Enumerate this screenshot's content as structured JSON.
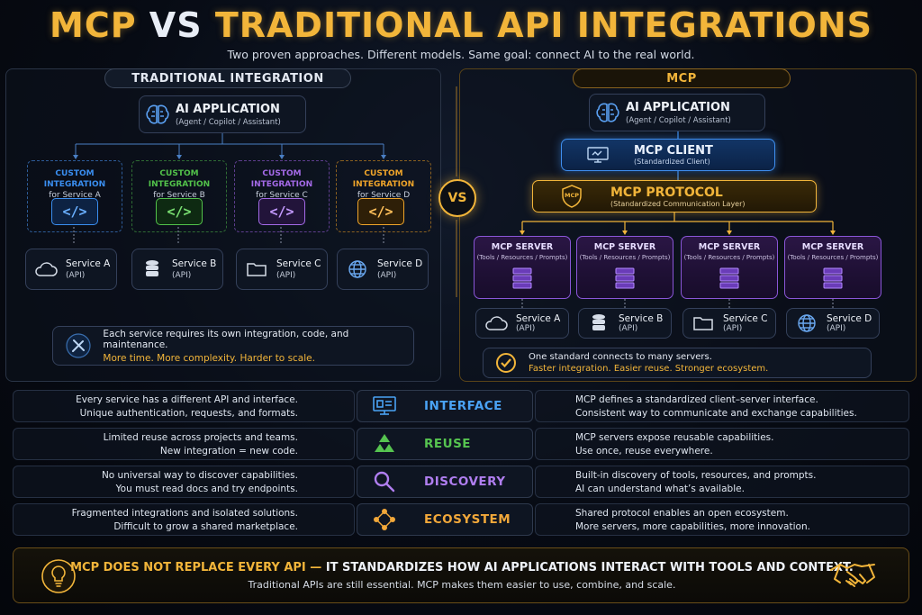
{
  "header": {
    "title_part1": "MCP",
    "title_part2": "VS",
    "title_part3": "TRADITIONAL API INTEGRATIONS",
    "subtitle": "Two proven approaches. Different models. Same goal: connect AI to the real world."
  },
  "vs_label": "VS",
  "left": {
    "heading": "TRADITIONAL INTEGRATION",
    "ai_app": {
      "title": "AI APPLICATION",
      "subtitle": "(Agent / Copilot / Assistant)"
    },
    "integrations": [
      {
        "title": "CUSTOM INTEGRATION",
        "sub": "for Service A",
        "code": "</>",
        "color": "#3a8ef0"
      },
      {
        "title": "CUSTOM INTEGRATION",
        "sub": "for Service B",
        "code": "</>",
        "color": "#52c24a"
      },
      {
        "title": "CUSTOM INTEGRATION",
        "sub": "for Service C",
        "code": "</>",
        "color": "#a46ae8"
      },
      {
        "title": "CUSTOM INTEGRATION",
        "sub": "for Service D",
        "code": "</>",
        "color": "#f0a52a"
      }
    ],
    "services": [
      {
        "name": "Service A",
        "api": "(API)",
        "icon": "cloud-icon"
      },
      {
        "name": "Service B",
        "api": "(API)",
        "icon": "database-icon"
      },
      {
        "name": "Service C",
        "api": "(API)",
        "icon": "folder-icon"
      },
      {
        "name": "Service D",
        "api": "(API)",
        "icon": "globe-icon"
      }
    ],
    "note": {
      "line1": "Each service requires its own integration, code, and maintenance.",
      "line2": "More time. More complexity. Harder to scale."
    }
  },
  "right": {
    "heading": "MCP",
    "ai_app": {
      "title": "AI APPLICATION",
      "subtitle": "(Agent / Copilot / Assistant)"
    },
    "client": {
      "title": "MCP CLIENT",
      "subtitle": "(Standardized Client)"
    },
    "protocol": {
      "title": "MCP PROTOCOL",
      "subtitle": "(Standardized Communication Layer)",
      "badge": "MCP"
    },
    "servers": [
      {
        "title": "MCP SERVER",
        "sub": "(Tools / Resources / Prompts)"
      },
      {
        "title": "MCP SERVER",
        "sub": "(Tools / Resources / Prompts)"
      },
      {
        "title": "MCP SERVER",
        "sub": "(Tools / Resources / Prompts)"
      },
      {
        "title": "MCP SERVER",
        "sub": "(Tools / Resources / Prompts)"
      }
    ],
    "services": [
      {
        "name": "Service A",
        "api": "(API)",
        "icon": "cloud-icon"
      },
      {
        "name": "Service B",
        "api": "(API)",
        "icon": "database-icon"
      },
      {
        "name": "Service C",
        "api": "(API)",
        "icon": "folder-icon"
      },
      {
        "name": "Service D",
        "api": "(API)",
        "icon": "globe-icon"
      }
    ],
    "note": {
      "line1": "One standard connects to many servers.",
      "line2": "Faster integration. Easier reuse. Stronger ecosystem."
    }
  },
  "comparison": [
    {
      "label": "INTERFACE",
      "icon": "monitor-icon",
      "color": "#4aa3f5",
      "left1": "Every service has a different API and interface.",
      "left2": "Unique authentication, requests, and formats.",
      "right1": "MCP defines a standardized client–server interface.",
      "right2": "Consistent way to communicate and exchange capabilities."
    },
    {
      "label": "REUSE",
      "icon": "recycle-icon",
      "color": "#56c450",
      "left1": "Limited reuse across projects and teams.",
      "left2": "New integration = new code.",
      "right1": "MCP servers expose reusable capabilities.",
      "right2": "Use once, reuse everywhere."
    },
    {
      "label": "DISCOVERY",
      "icon": "magnifier-icon",
      "color": "#b07ef0",
      "left1": "No universal way to discover capabilities.",
      "left2": "You must read docs and try endpoints.",
      "right1": "Built-in discovery of tools, resources, and prompts.",
      "right2": "AI can understand what’s available."
    },
    {
      "label": "ECOSYSTEM",
      "icon": "network-icon",
      "color": "#f2a83a",
      "left1": "Fragmented integrations and isolated solutions.",
      "left2": "Difficult to grow a shared marketplace.",
      "right1": "Shared protocol enables an open ecosystem.",
      "right2": "More servers, more capabilities, more innovation."
    }
  ],
  "banner": {
    "main_gold": "MCP DOES NOT REPLACE EVERY API —",
    "main_white": "IT STANDARDIZES HOW AI APPLICATIONS INTERACT WITH TOOLS AND CONTEXT.",
    "sub": "Traditional APIs are still essential. MCP makes them easier to use, combine, and scale."
  },
  "colors": {
    "gold": "#f2b53a",
    "blue": "#3f8ff0",
    "purple": "#8a56d8"
  }
}
